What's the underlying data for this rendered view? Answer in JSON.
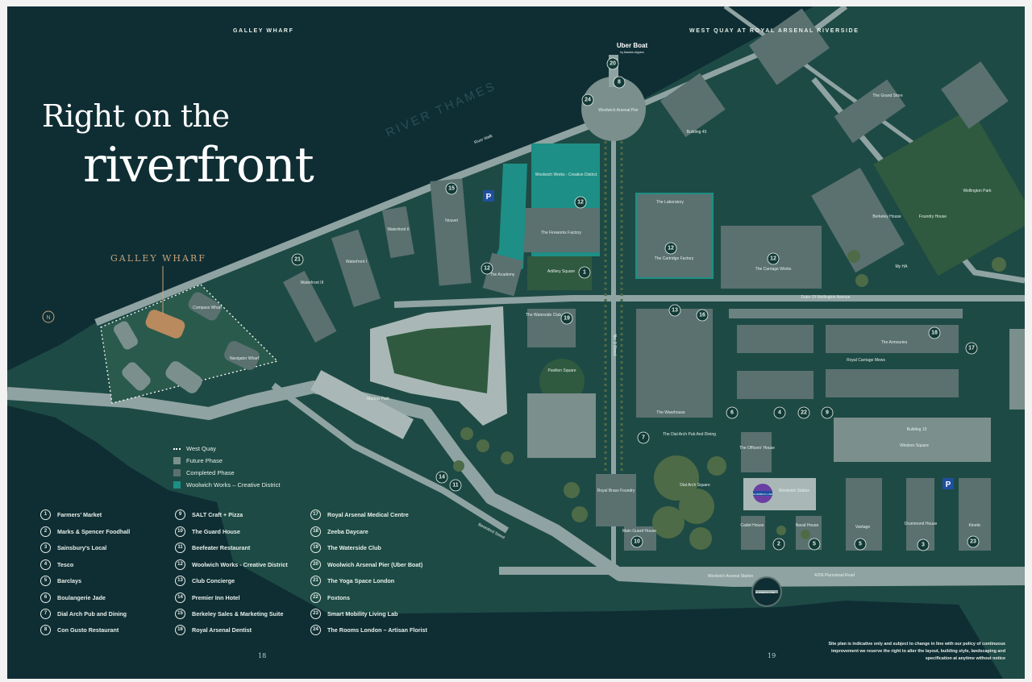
{
  "header": {
    "left_heading": "GALLEY WHARF",
    "right_heading": "WEST QUAY AT ROYAL ARSENAL RIVERSIDE"
  },
  "title": {
    "line1": "Right on the",
    "line2": "riverfront"
  },
  "river_label": "RIVER THAMES",
  "callout_label": "GALLEY WHARF",
  "compass": "N",
  "ferry_brand": {
    "name": "Uber Boat",
    "sub": "by thames clippers"
  },
  "colors": {
    "sea": "#0f2e34",
    "land": "#1e4a45",
    "future_phase": "#7b8f8d",
    "completed_phase": "#5a7170",
    "creative_district": "#1d8f86",
    "road": "#8fa3a2",
    "galley_wharf_building": "#b88a5e",
    "tree": "#4e6b47"
  },
  "map_labels": {
    "compass_wharf": "Compass Wharf",
    "navigator_wharf": "Navigator Wharf",
    "waterfront_ii": "Waterfront II",
    "waterfront_i": "Waterfront I",
    "waterfront_iii": "Waterfront III",
    "nouvel": "Nouvel",
    "woolwich_works": "Woolwich Works - Creative District",
    "fireworks_factory": "The Fireworks Factory",
    "the_academy": "The Academy",
    "artillery_square": "Artillery Square",
    "laboratory": "The Laboratory",
    "cartridge_factory": "The Cartridge Factory",
    "carriage_works": "The Carriage Works",
    "building_45": "Building 45",
    "grand_store": "The Grand Store",
    "wellington_park": "Wellington Park",
    "berkeley_house": "Berkeley House",
    "foundry_house": "Foundry House",
    "my_ha": "My HA",
    "duke_of_wellington_avenue": "Duke Of Wellington Avenue",
    "the_armouries": "The Armouries",
    "royal_carriage_mews": "Royal Carriage Mews",
    "waterside_club": "The Waterside Club",
    "pavilion_square": "Pavilion Square",
    "no1_street": "No. 1 Street",
    "warehouse": "The Warehouse",
    "dial_arch_pub": "The Dial Arch Pub And Dining",
    "officers_house": "The Officers' House",
    "building_10": "Building 10",
    "windsor_square": "Windsor Square",
    "royal_brass_foundry": "Royal Brass Foundry",
    "main_guard_house": "Main Guard House",
    "dial_arch_square": "Dial Arch Square",
    "woolwich_station": "Woolwich Station",
    "cadet_house": "Cadet House",
    "naval_house": "Naval House",
    "vantage": "Vantage",
    "drummond_house": "Drummond House",
    "kinetic": "Kinetic",
    "a206_plumstead_road": "A206 Plumstead Road",
    "woolwich_arsenal_station": "Woolwich Arsenal Station",
    "woolwich_arsenal_pier": "Woolwich Arsenal Pier",
    "beresford_street": "Beresford Street",
    "marlow_park": "Marlow Park",
    "river_walk": "River Walk",
    "parking": "P",
    "elizabeth_line": "ELIZABETH LINE"
  },
  "legend": [
    {
      "kind": "dots",
      "label": "West Quay"
    },
    {
      "kind": "future",
      "label": "Future Phase"
    },
    {
      "kind": "completed",
      "label": "Completed Phase"
    },
    {
      "kind": "creative",
      "label": "Woolwich Works – Creative District"
    }
  ],
  "poi_columns": [
    [
      {
        "n": "1",
        "label": "Farmers’ Market"
      },
      {
        "n": "2",
        "label": "Marks & Spencer Foodhall"
      },
      {
        "n": "3",
        "label": "Sainsbury’s Local"
      },
      {
        "n": "4",
        "label": "Tesco"
      },
      {
        "n": "5",
        "label": "Barclays"
      },
      {
        "n": "6",
        "label": "Boulangerie Jade"
      },
      {
        "n": "7",
        "label": "Dial Arch Pub and Dining"
      },
      {
        "n": "8",
        "label": "Con Gusto Restaurant"
      }
    ],
    [
      {
        "n": "9",
        "label": "SALT Craft + Pizza"
      },
      {
        "n": "10",
        "label": "The Guard House"
      },
      {
        "n": "11",
        "label": "Beefeater Restaurant"
      },
      {
        "n": "12",
        "label": "Woolwich Works - Creative District"
      },
      {
        "n": "13",
        "label": "Club Concierge"
      },
      {
        "n": "14",
        "label": "Premier Inn Hotel"
      },
      {
        "n": "15",
        "label": "Berkeley Sales & Marketing Suite"
      },
      {
        "n": "16",
        "label": "Royal Arsenal Dentist"
      }
    ],
    [
      {
        "n": "17",
        "label": "Royal Arsenal Medical Centre"
      },
      {
        "n": "18",
        "label": "Zeeba Daycare"
      },
      {
        "n": "19",
        "label": "The Waterside Club"
      },
      {
        "n": "20",
        "label": "Woolwich Arsenal Pier (Uber Boat)"
      },
      {
        "n": "21",
        "label": "The Yoga Space London"
      },
      {
        "n": "22",
        "label": "Foxtons"
      },
      {
        "n": "23",
        "label": "Smart Mobility Living Lab"
      },
      {
        "n": "24",
        "label": "The Rooms London – Artisan Florist"
      }
    ]
  ],
  "disclaimer": "Site plan is indicative only and subject to change in line with our policy of continuous improvement we reserve the right to alter the layout, building style, landscaping and specification at anytime without notice",
  "page_numbers": {
    "left": "18",
    "right": "19"
  }
}
